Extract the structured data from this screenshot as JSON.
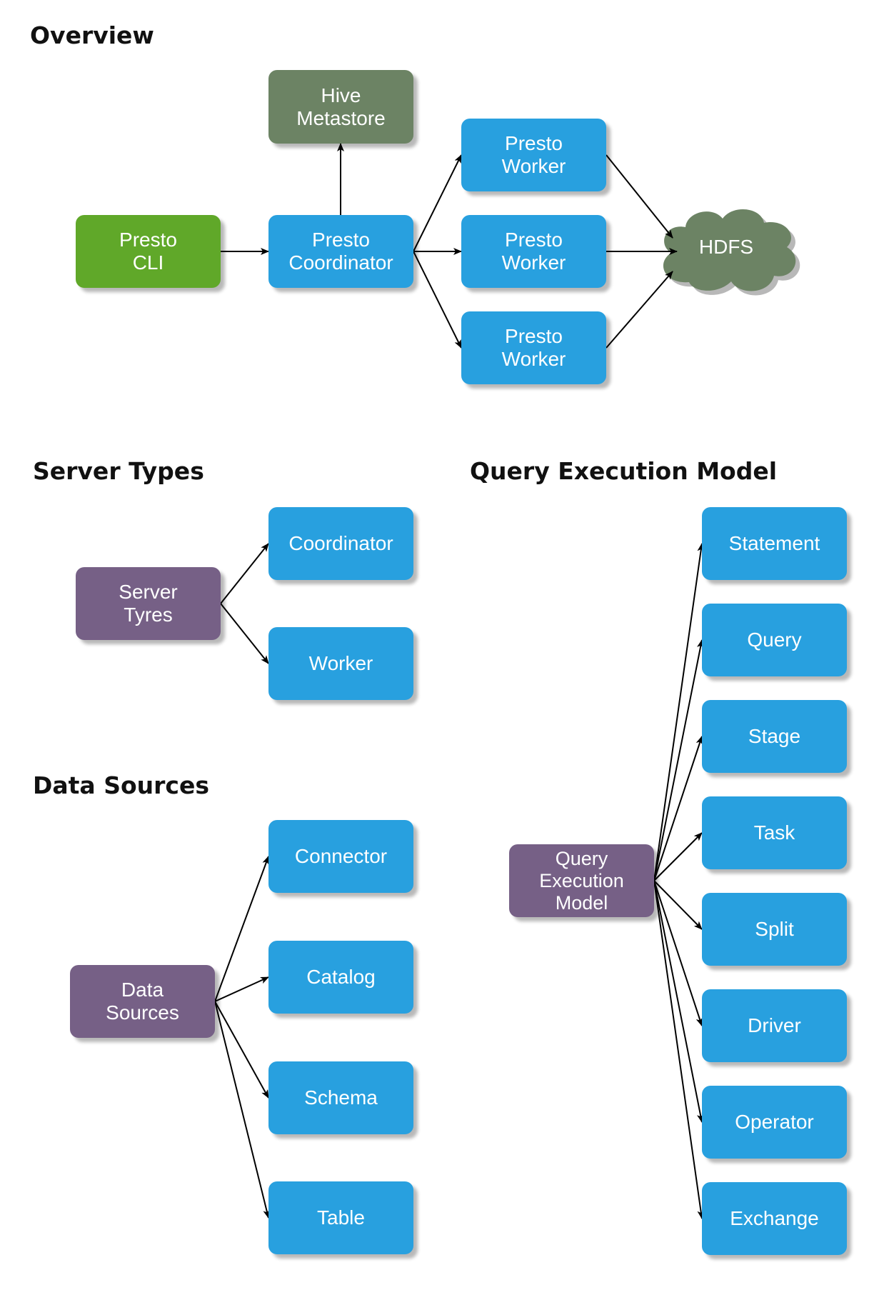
{
  "colors": {
    "worker_blue": "#28a0df",
    "cli_green": "#60a829",
    "store_olive": "#6c8364",
    "root_purple": "#766086",
    "edge": "#000000"
  },
  "overview": {
    "heading": "Overview",
    "nodes": {
      "hive": "Hive\nMetastore",
      "cli": "Presto\nCLI",
      "coordinator": "Presto\nCoordinator",
      "worker1": "Presto\nWorker",
      "worker2": "Presto\nWorker",
      "worker3": "Presto\nWorker",
      "hdfs": "HDFS"
    }
  },
  "server_types": {
    "heading": "Server Types",
    "root": "Server\nTyres",
    "children": [
      "Coordinator",
      "Worker"
    ]
  },
  "data_sources": {
    "heading": "Data Sources",
    "root": "Data\nSources",
    "children": [
      "Connector",
      "Catalog",
      "Schema",
      "Table"
    ]
  },
  "query_model": {
    "heading": "Query Execution Model",
    "root": "Query\nExecution\nModel",
    "children": [
      "Statement",
      "Query",
      "Stage",
      "Task",
      "Split",
      "Driver",
      "Operator",
      "Exchange"
    ]
  },
  "edges": [
    {
      "from": "cli",
      "to": "coordinator"
    },
    {
      "from": "coordinator",
      "to": "hive"
    },
    {
      "from": "coordinator",
      "to": "worker1"
    },
    {
      "from": "coordinator",
      "to": "worker2"
    },
    {
      "from": "coordinator",
      "to": "worker3"
    },
    {
      "from": "worker1",
      "to": "hdfs"
    },
    {
      "from": "worker2",
      "to": "hdfs"
    },
    {
      "from": "worker3",
      "to": "hdfs"
    },
    {
      "from": "server-types",
      "to": "coordinator-type"
    },
    {
      "from": "server-types",
      "to": "worker-type"
    },
    {
      "from": "data-sources",
      "to": "connector"
    },
    {
      "from": "data-sources",
      "to": "catalog"
    },
    {
      "from": "data-sources",
      "to": "schema"
    },
    {
      "from": "data-sources",
      "to": "table"
    },
    {
      "from": "query-execution-model",
      "to": "statement"
    },
    {
      "from": "query-execution-model",
      "to": "query"
    },
    {
      "from": "query-execution-model",
      "to": "stage"
    },
    {
      "from": "query-execution-model",
      "to": "task"
    },
    {
      "from": "query-execution-model",
      "to": "split"
    },
    {
      "from": "query-execution-model",
      "to": "driver"
    },
    {
      "from": "query-execution-model",
      "to": "operator"
    },
    {
      "from": "query-execution-model",
      "to": "exchange"
    }
  ]
}
